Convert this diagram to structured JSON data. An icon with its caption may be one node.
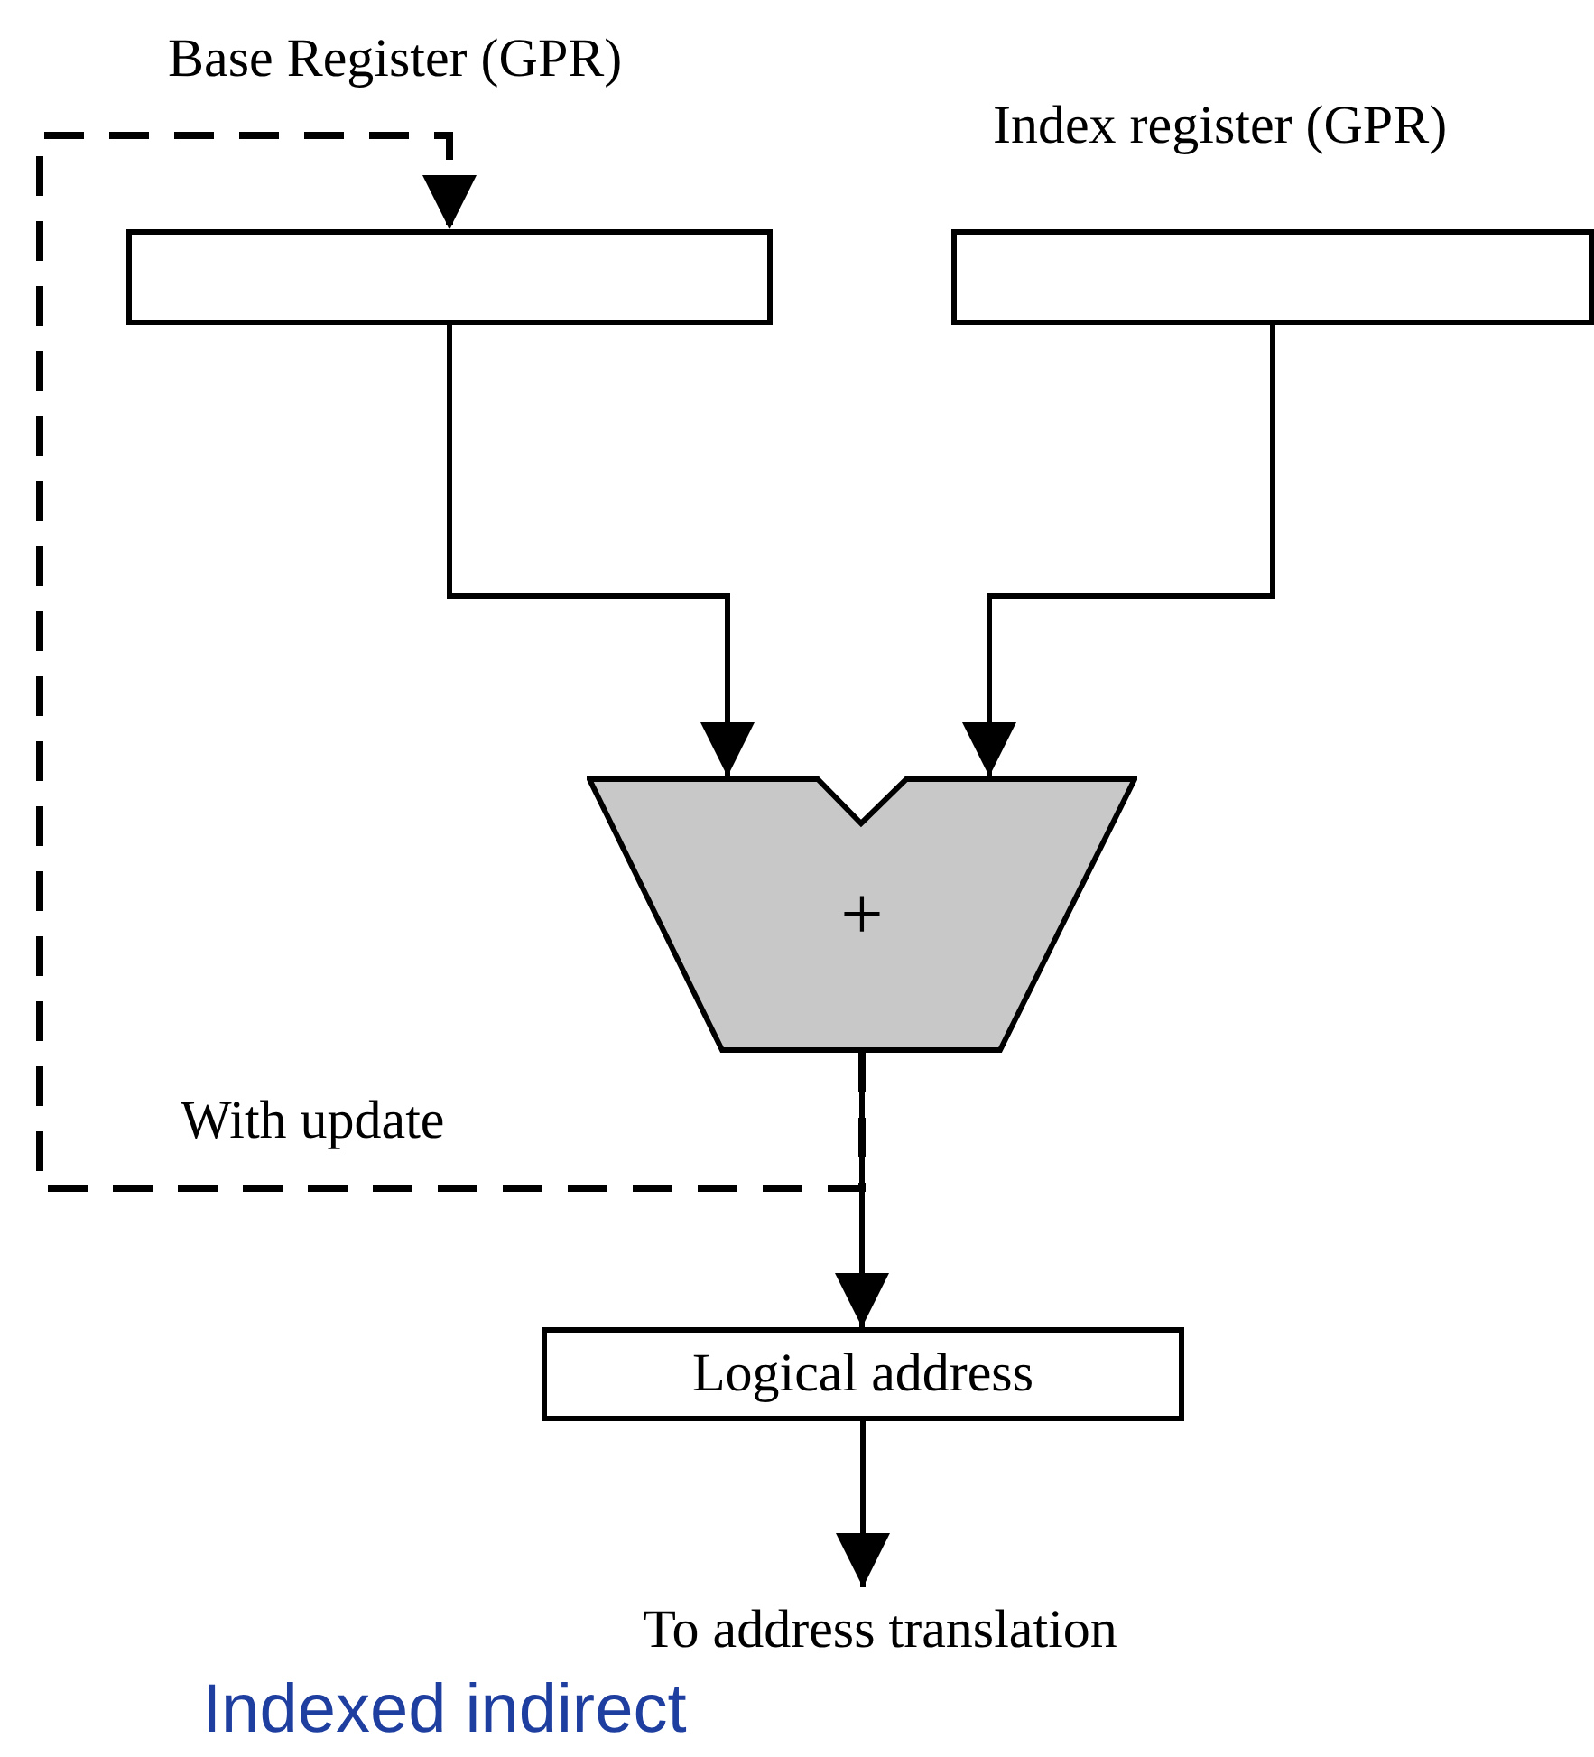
{
  "diagram": {
    "nodes": [
      {
        "text": [
          "Base Register (GPR)"
        ]
      },
      {
        "text": [
          "Index register (GPR)"
        ]
      },
      {
        "text": [
          "+"
        ]
      },
      {
        "text": [
          "Logical address"
        ]
      },
      {
        "text": [
          "To address translation"
        ]
      }
    ],
    "edges": [
      {
        "from": 0,
        "to": 2,
        "arrow": "to"
      },
      {
        "from": 1,
        "to": 2,
        "arrow": "to"
      },
      {
        "from": 2,
        "to": 3,
        "arrow": "to"
      },
      {
        "from": 3,
        "to": 4,
        "arrow": "to"
      },
      {
        "from": 2,
        "to": 0,
        "arrow": "to",
        "style": "dashed",
        "label": "With update"
      }
    ],
    "labels": [
      "Indexed indirect"
    ]
  }
}
